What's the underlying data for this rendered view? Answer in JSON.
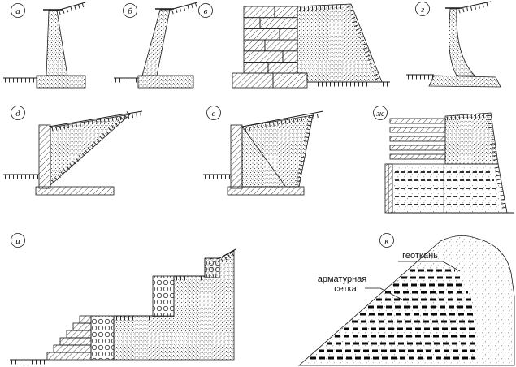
{
  "figures": [
    {
      "id": "a",
      "label": "а"
    },
    {
      "id": "b",
      "label": "б"
    },
    {
      "id": "v",
      "label": "в"
    },
    {
      "id": "g",
      "label": "г"
    },
    {
      "id": "d",
      "label": "д"
    },
    {
      "id": "e",
      "label": "е"
    },
    {
      "id": "zh",
      "label": "ж"
    },
    {
      "id": "i",
      "label": "и"
    },
    {
      "id": "k",
      "label": "к"
    }
  ],
  "annotations": {
    "geotextile_label": "геоткань",
    "rebar_mesh_line1": "арматурная",
    "rebar_mesh_line2": "сетка"
  },
  "colors": {
    "ink": "#1a1a1a",
    "background": "#ffffff"
  }
}
